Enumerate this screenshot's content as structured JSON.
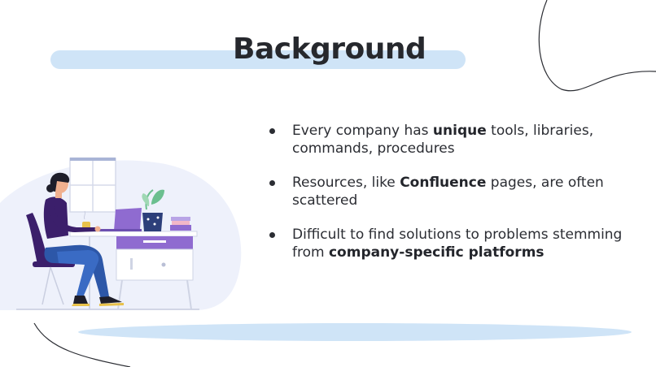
{
  "slide": {
    "title": "Background",
    "bullets": [
      {
        "parts": [
          {
            "text": "Every company has ",
            "bold": false
          },
          {
            "text": "unique",
            "bold": true
          },
          {
            "text": " tools, libraries, commands, procedures",
            "bold": false
          }
        ]
      },
      {
        "parts": [
          {
            "text": "Resources, like ",
            "bold": false
          },
          {
            "text": "Confluence",
            "bold": true
          },
          {
            "text": " pages, are often scattered",
            "bold": false
          }
        ]
      },
      {
        "parts": [
          {
            "text": "Difficult to find solutions to problems stemming from ",
            "bold": false
          },
          {
            "text": "company-specific platforms",
            "bold": true
          }
        ]
      }
    ]
  },
  "colors": {
    "accent_bar": "#cfe4f7",
    "text": "#2b2d33",
    "illustration_purple": "#8f6bd0",
    "illustration_blue": "#2d57a8"
  },
  "illustration": {
    "icon": "woman-working-at-desk-illustration"
  }
}
